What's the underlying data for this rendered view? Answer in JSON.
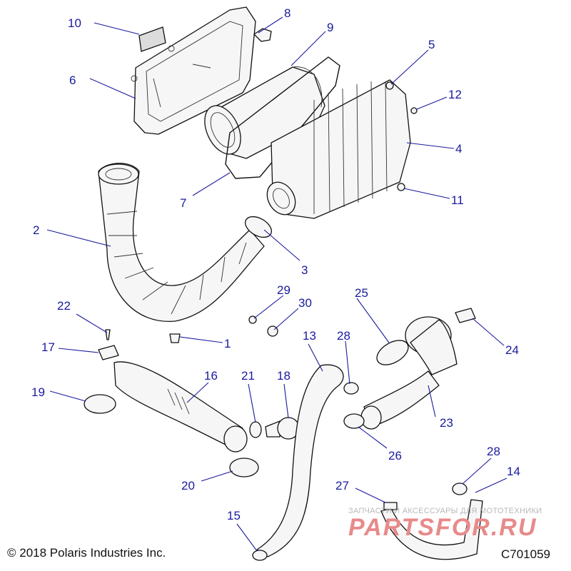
{
  "diagram": {
    "callouts": [
      "1",
      "2",
      "3",
      "4",
      "5",
      "6",
      "7",
      "8",
      "9",
      "10",
      "11",
      "12",
      "13",
      "14",
      "15",
      "16",
      "17",
      "18",
      "19",
      "20",
      "21",
      "22",
      "23",
      "24",
      "25",
      "26",
      "27",
      "28",
      "28",
      "29",
      "30"
    ],
    "copyright": "© 2018 Polaris Industries Inc.",
    "code": "C701059",
    "watermark_small": "ЗАПЧАСТИ И АКСЕССУАРЫ ДЛЯ МОТОТЕХНИКИ",
    "watermark_big": "PARTSFOR.RU",
    "colors": {
      "callout": "#1a1a9e",
      "watermark_red": "#e88a8a"
    }
  }
}
